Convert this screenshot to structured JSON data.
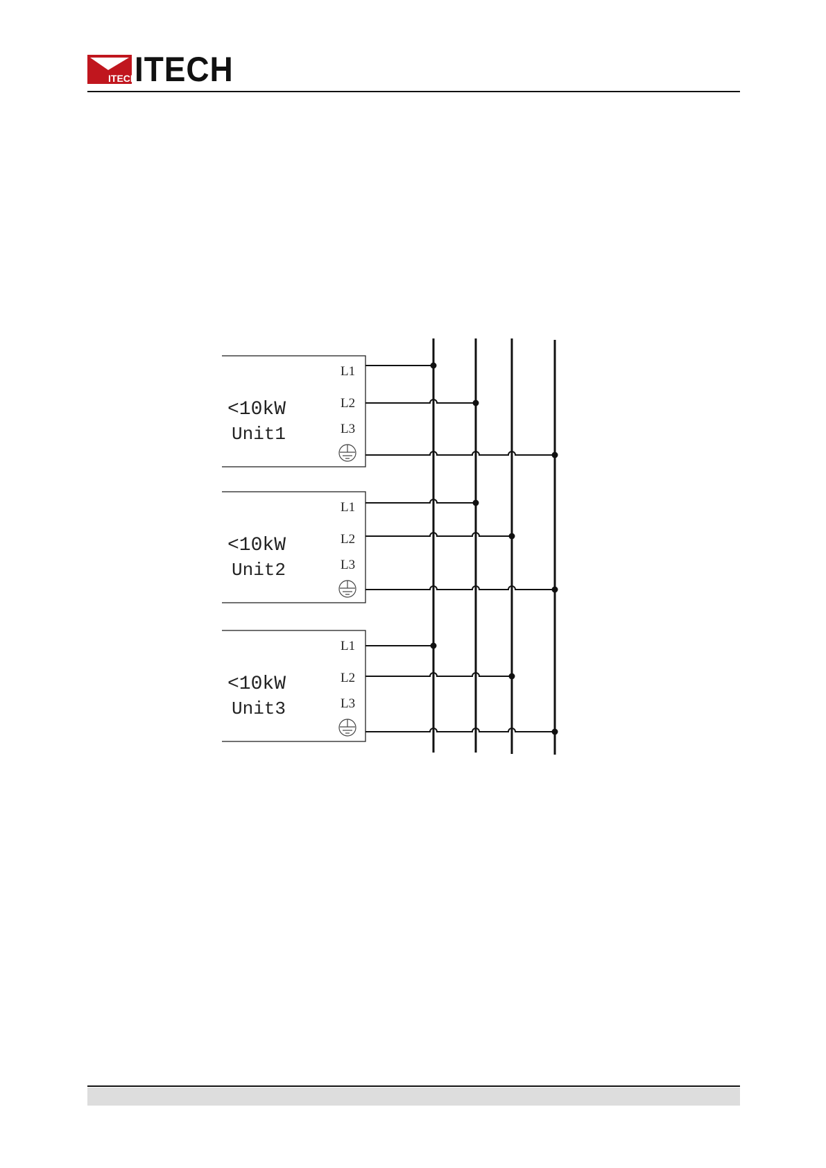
{
  "header": {
    "logo_text": "ITECH",
    "logo_mark_text": "ITECH"
  },
  "diagram": {
    "buses": [
      "L1",
      "L2",
      "L3",
      "PE"
    ],
    "units": [
      {
        "rating": "<10kW",
        "name": "Unit1",
        "terminals": [
          "L1",
          "L2",
          "L3"
        ],
        "ground_icon": "protective-earth-icon"
      },
      {
        "rating": "<10kW",
        "name": "Unit2",
        "terminals": [
          "L1",
          "L2",
          "L3"
        ],
        "ground_icon": "protective-earth-icon"
      },
      {
        "rating": "<10kW",
        "name": "Unit3",
        "terminals": [
          "L1",
          "L2",
          "L3"
        ],
        "ground_icon": "protective-earth-icon"
      }
    ]
  },
  "colors": {
    "brand_red": "#c0161e",
    "ink": "#111111",
    "footer_band": "#dddddd"
  }
}
